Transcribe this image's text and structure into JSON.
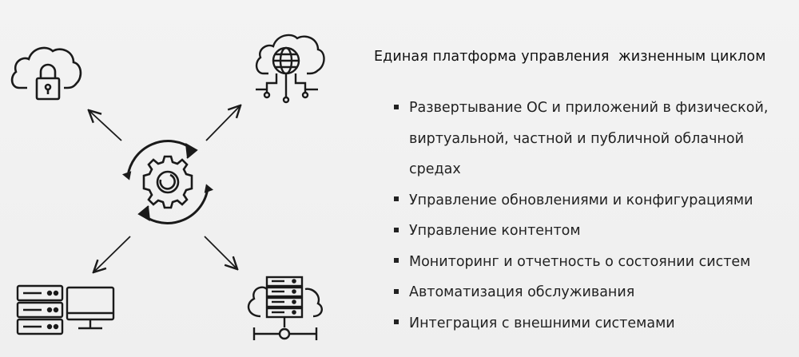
{
  "title": "Единая платформа управления  жизненным циклом",
  "features": [
    "Развертывание ОС и приложений в физической, виртуальной, частной и публичной облачной средах",
    "Управление обновлениями и конфигурациями",
    "Управление контентом",
    "Мониторинг и отчетность о состоянии систем",
    "Автоматизация обслуживания",
    "Интеграция с внешними системами"
  ],
  "icons": {
    "center": "gear-cycle-icon",
    "top_left": "cloud-lock-icon",
    "top_right": "cloud-globe-network-icon",
    "bottom_left": "server-rack-monitor-icon",
    "bottom_right": "cloud-server-network-icon"
  },
  "colors": {
    "icon_stroke": "#1a1a1a",
    "background": "#f2f2f2"
  }
}
